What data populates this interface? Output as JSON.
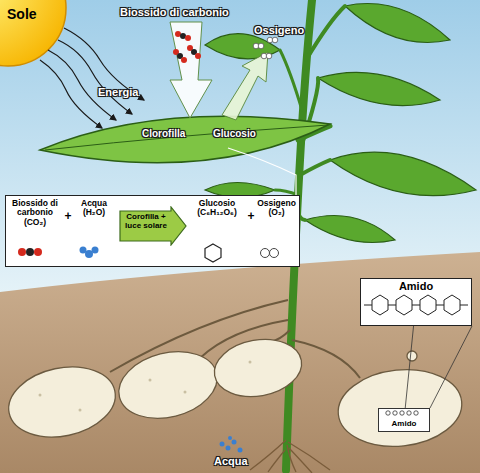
{
  "diagram": {
    "nodes": [
      {
        "text": [
          "Biossido di carbonio (CO₂)",
          "+",
          "Acqua (H₂O)",
          "Glucosio (C₆H₁₂O₆)",
          "+",
          "Ossigeno (O₂)"
        ]
      },
      {
        "text": [
          "Corofilla + luce solare"
        ],
        "in": 0
      },
      {
        "text": [
          "Amido"
        ]
      },
      {
        "text": [
          "Amido"
        ]
      }
    ],
    "edges": [
      {
        "from": 3,
        "to": 2,
        "arrow": "none"
      }
    ],
    "labels": [
      "Sole",
      "Biossido di carbonio",
      "Ossigeno",
      "Energia",
      "Clorofilla",
      "Glucosio",
      "Acqua"
    ]
  }
}
